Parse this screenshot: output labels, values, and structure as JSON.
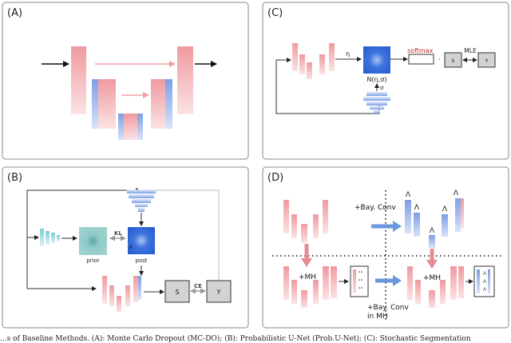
{
  "panels": [
    {
      "label": "(A)"
    },
    {
      "label": "(C)"
    },
    {
      "label": "(B)"
    },
    {
      "label": "(D)"
    }
  ],
  "panel_c": {
    "eta": "η",
    "normal": "N(η,σ)",
    "sigma": "σ",
    "softmax": "softmax",
    "dot": "·",
    "s": "S",
    "mle": "MLE",
    "y": "Y"
  },
  "panel_b": {
    "kl": "KL",
    "prior": "prior",
    "post": "post",
    "z": "z",
    "ce": "CE",
    "s": "S",
    "y": "Y"
  },
  "panel_d": {
    "bay_conv": "+Bay. Conv",
    "mh_left": "+MH",
    "mh_right": "+MH",
    "bay_conv_mh_1": "+Bay. Conv",
    "bay_conv_mh_2": "in MH",
    "hat": "Λ"
  },
  "caption": "...s of Baseline Methods. (A): Monte Carlo Dropout (MC-DO); (B): Probabilistic U-Net (Prob.U-Net); (C): Stochastic Segmentation"
}
